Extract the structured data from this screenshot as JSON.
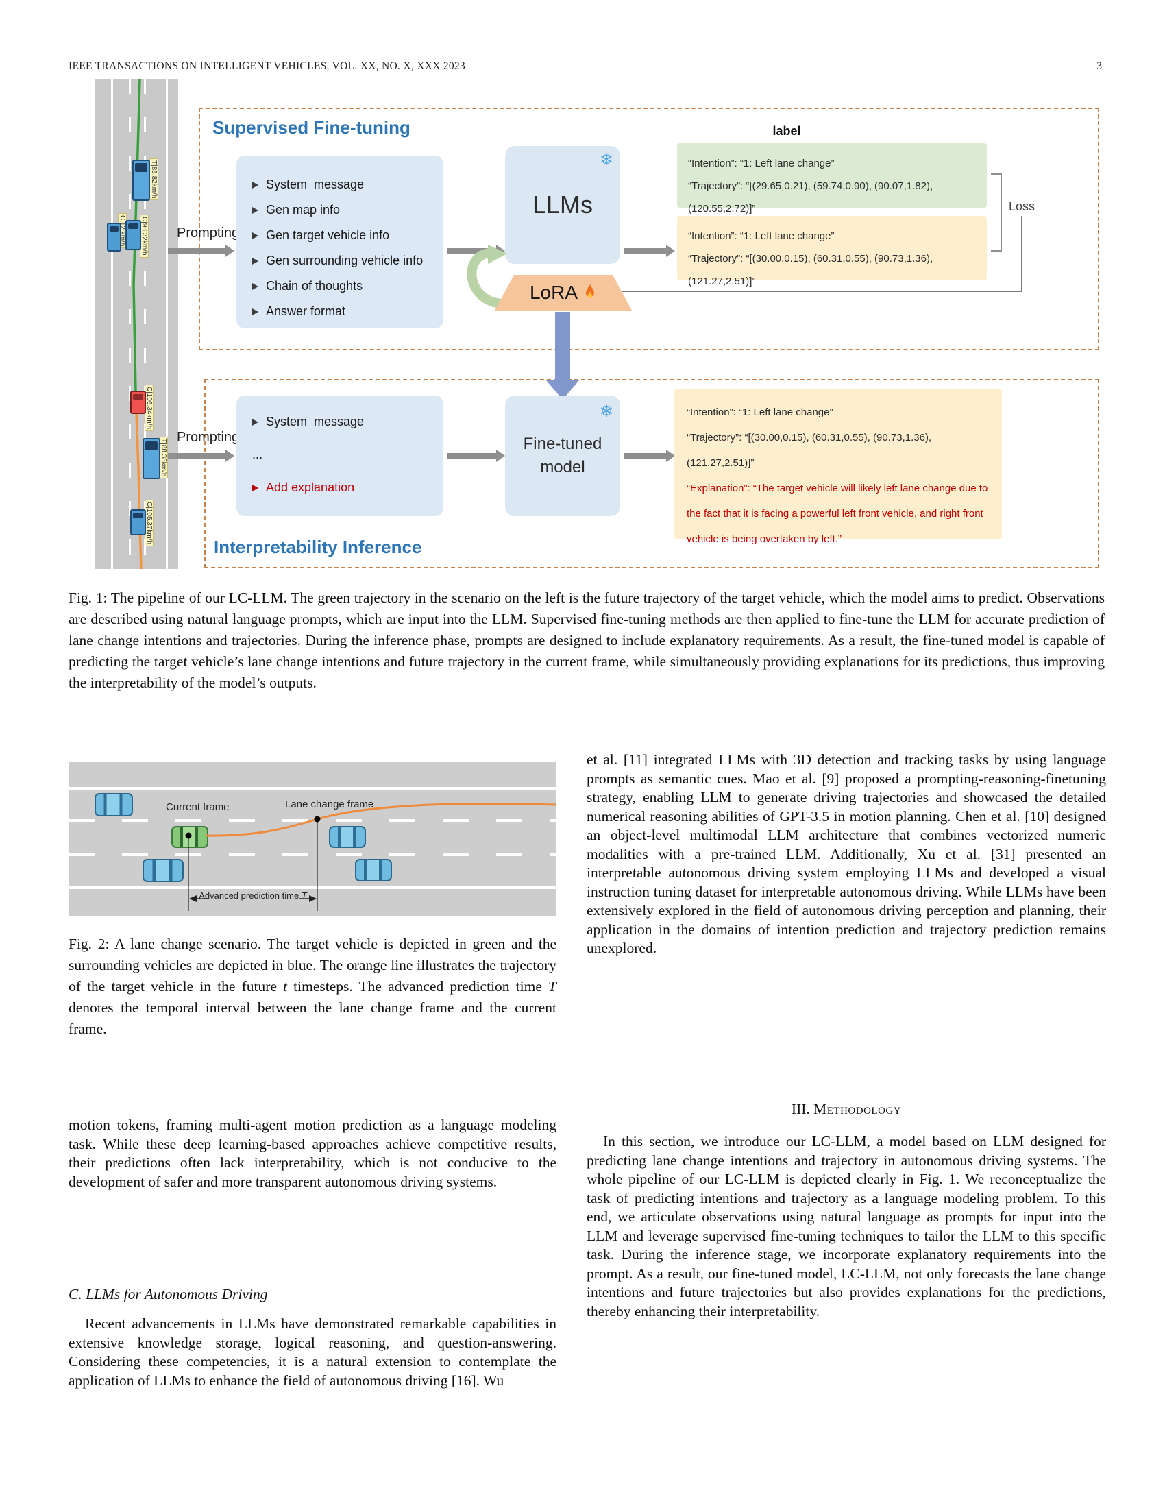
{
  "header": {
    "left": "IEEE TRANSACTIONS ON INTELLIGENT VEHICLES, VOL. XX, NO. X, XXX 2023",
    "page_number": "3"
  },
  "fig1": {
    "supervised_title": "Supervised Fine-tuning",
    "interpretability_title": "Interpretability Inference",
    "prompting1": "Prompting",
    "prompting2": "Prompting",
    "llms": "LLMs",
    "finetuned_line1": "Fine-tuned",
    "finetuned_line2": "model",
    "lora": "LoRA",
    "snowflake": "❄",
    "label_title": "label",
    "loss": "Loss",
    "prompt_box1": [
      "System  message",
      "Gen map info",
      "Gen target vehicle info",
      "Gen surrounding vehicle info",
      "Chain of thoughts",
      "Answer format"
    ],
    "prompt_box2_item1": "System  message",
    "prompt_box2_ellipsis": "...",
    "prompt_box2_item2": "Add explanation",
    "groundtruth": {
      "intention": "“Intention”: “1: Left lane change”",
      "trajectory": "“Trajectory”: “[(29.65,0.21), (59.74,0.90), (90.07,1.82), (120.55,2.72)]”"
    },
    "prediction": {
      "intention": "“Intention”: “1: Left lane change”",
      "trajectory": "“Trajectory”: “[(30.00,0.15), (60.31,0.55), (90.73,1.36), (121.27,2.51)]”"
    },
    "inference_output": {
      "intention": "“Intention”: “1: Left lane change”",
      "trajectory": "“Trajectory”: “[(30.00,0.15), (60.31,0.55), (90.73,1.36), (121.27,2.51)]”",
      "explanation": "“Explanation”: “The target vehicle will likely left lane change due to the fact that it is facing a powerful left front vehicle, and right front vehicle is being overtaken by left.”"
    },
    "vehicle_labels": {
      "truck_top": "T|85.82km/h",
      "car_occluded": "C|12 km/h",
      "car_right": "C|98.32km/h",
      "target_car": "C|106.34km/h",
      "truck_mid": "T|88.38km/h",
      "car_bottom": "C|105.37km/h"
    }
  },
  "fig1_caption": "Fig. 1: The pipeline of our LC-LLM. The green trajectory in the scenario on the left is the future trajectory of the target vehicle, which the model aims to predict. Observations are described using natural language prompts, which are input into the LLM. Supervised fine-tuning methods are then applied to fine-tune the LLM for accurate prediction of lane change intentions and trajectories. During the inference phase, prompts are designed to include explanatory requirements. As a result, the fine-tuned model is capable of predicting the target vehicle’s lane change intentions and future trajectory in the current frame, while simultaneously providing explanations for its predictions, thus improving the interpretability of the model’s outputs.",
  "fig2": {
    "current_frame": "Current frame",
    "lane_change_frame": "Lane change frame",
    "advanced_prefix": "Advanced prediction time ",
    "advanced_T": "T"
  },
  "fig2_caption": {
    "s1": "Fig. 2: A lane change scenario. The target vehicle is depicted in green and the surrounding vehicles are depicted in blue. The orange line illustrates the trajectory of the target vehicle in the future ",
    "t": "t",
    "s2": " timesteps. The advanced prediction time ",
    "T": "T",
    "s3": " denotes the temporal interval between the lane change frame and the current frame."
  },
  "left_column": {
    "para1": "motion tokens, framing multi-agent motion prediction as a language modeling task. While these deep learning-based approaches achieve competitive results, their predictions often lack interpretability, which is not conducive to the development of safer and more transparent autonomous driving systems.",
    "heading": "C. LLMs for Autonomous Driving",
    "para2": "Recent advancements in LLMs have demonstrated remarkable capabilities in extensive knowledge storage, logical reasoning, and question-answering. Considering these competencies, it is a natural extension to contemplate the application of LLMs to enhance the field of autonomous driving [16]. Wu"
  },
  "right_column": {
    "para1": "et al. [11] integrated LLMs with 3D detection and tracking tasks by using language prompts as semantic cues. Mao et al. [9] proposed a prompting-reasoning-finetuning strategy, enabling LLM to generate driving trajectories and showcased the detailed numerical reasoning abilities of GPT-3.5 in motion planning. Chen et al. [10] designed an object-level multimodal LLM architecture that combines vectorized numeric modalities with a pre-trained LLM. Additionally, Xu et al. [31] presented an interpretable autonomous driving system employing LLMs and developed a visual instruction tuning dataset for interpretable autonomous driving. While LLMs have been extensively explored in the field of autonomous driving perception and planning, their application in the domains of intention prediction and trajectory prediction remains unexplored.",
    "heading_number": "III.",
    "heading_text": "Methodology",
    "para2": "In this section, we introduce our LC-LLM, a model based on LLM designed for predicting lane change intentions and trajectory in autonomous driving systems. The whole pipeline of our LC-LLM is depicted clearly in Fig. 1. We reconceptualize the task of predicting intentions and trajectory as a language modeling problem. To this end, we articulate observations using natural language as prompts for input into the LLM and leverage supervised fine-tuning techniques to tailor the LLM to this specific task. During the inference stage, we incorporate explanatory requirements into the prompt. As a result, our fine-tuned model, LC-LLM, not only forecasts the lane change intentions and future trajectories but also provides explanations for the predictions, thereby enhancing their interpretability."
  }
}
